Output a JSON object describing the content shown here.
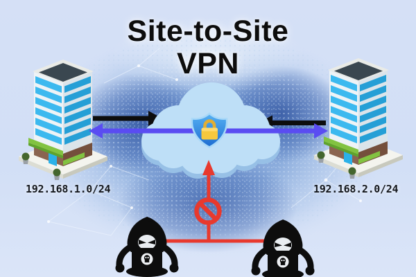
{
  "title": {
    "line1": "Site-to-Site",
    "line2": "VPN"
  },
  "sites": {
    "left": {
      "subnet": "192.168.1.0/24"
    },
    "right": {
      "subnet": "192.168.2.0/24"
    }
  },
  "colors": {
    "background": "#d5e0f6",
    "tunnel_arrow": "#5a4cf2",
    "traffic_arrow": "#0d0d0d",
    "blocked": "#e8392e",
    "cloud": "#bedff7",
    "shield": "#2f8fe0",
    "padlock": "#f5c63f",
    "building_glass": "#3cb9ef",
    "title_text": "#0d0d0d"
  },
  "icons": [
    "office-building-icon",
    "vpn-cloud-icon",
    "shield-lock-icon",
    "tunnel-double-arrow-icon",
    "traffic-arrow-icon",
    "up-arrow-icon",
    "no-entry-icon",
    "hacker-icon"
  ]
}
